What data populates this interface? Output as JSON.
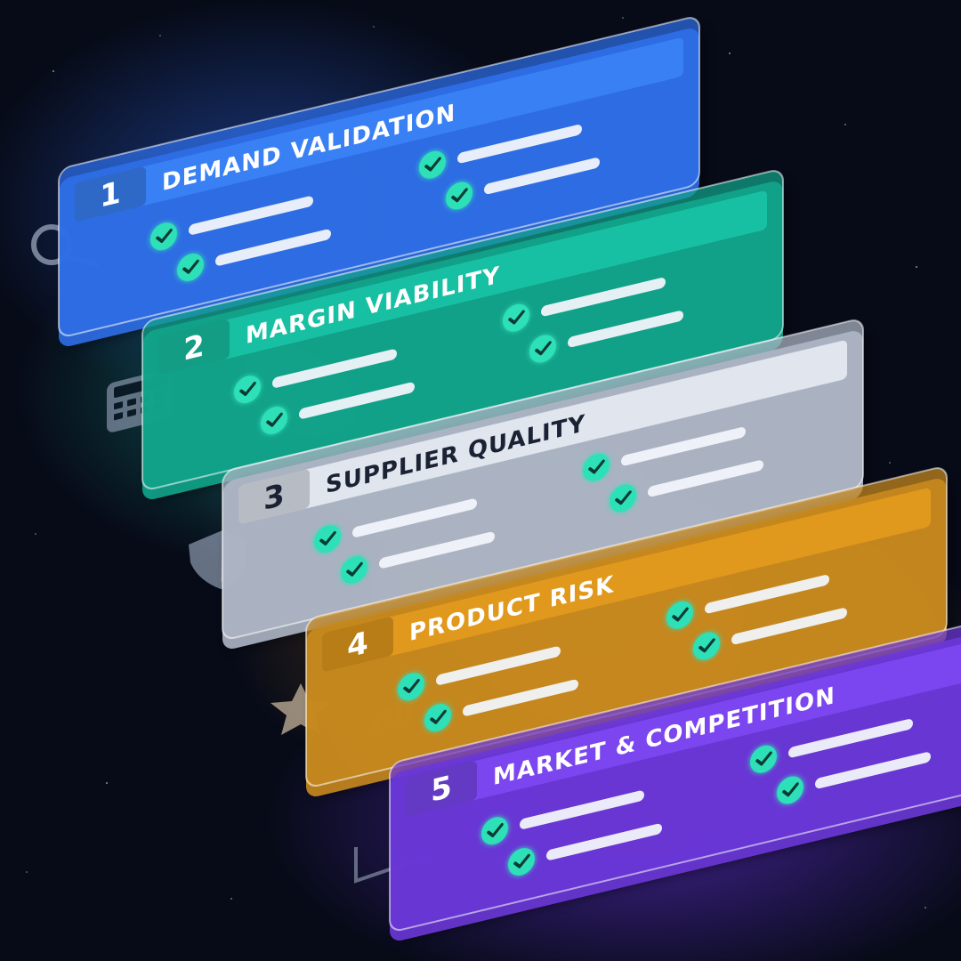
{
  "stages": [
    {
      "number": "1",
      "title": "DEMAND VALIDATION",
      "color": "#2f6fe8",
      "header_color": "#3a82f5",
      "number_color": "#ffffff",
      "title_color": "#ffffff",
      "checklist": {
        "left_checks": 2,
        "right_checks": 2
      }
    },
    {
      "number": "2",
      "title": "MARGIN VIABILITY",
      "color": "#12a58c",
      "header_color": "#19c2a4",
      "number_color": "#ffffff",
      "title_color": "#ffffff",
      "checklist": {
        "left_checks": 2,
        "right_checks": 2
      }
    },
    {
      "number": "3",
      "title": "SUPPLIER QUALITY",
      "color": "#aeb7c6",
      "header_color": "#e3e8f0",
      "number_color": "#1b2233",
      "title_color": "#1b2233",
      "checklist": {
        "left_checks": 2,
        "right_checks": 2
      }
    },
    {
      "number": "4",
      "title": "PRODUCT RISK",
      "color": "#c98a1f",
      "header_color": "#e39a1d",
      "number_color": "#ffffff",
      "title_color": "#ffffff",
      "checklist": {
        "left_checks": 2,
        "right_checks": 2
      }
    },
    {
      "number": "5",
      "title": "MARKET & COMPETITION",
      "color": "#6b38d8",
      "header_color": "#7c48f0",
      "number_color": "#ffffff",
      "title_color": "#ffffff",
      "checklist": {
        "left_checks": 2,
        "right_checks": 2
      }
    }
  ],
  "side_icons": [
    "magnifier-icon",
    "calculator-icon",
    "shield-icon",
    "star-icon",
    "bar-chart-icon"
  ],
  "check_color": "#2ee0b8",
  "background_color": "#070b18"
}
